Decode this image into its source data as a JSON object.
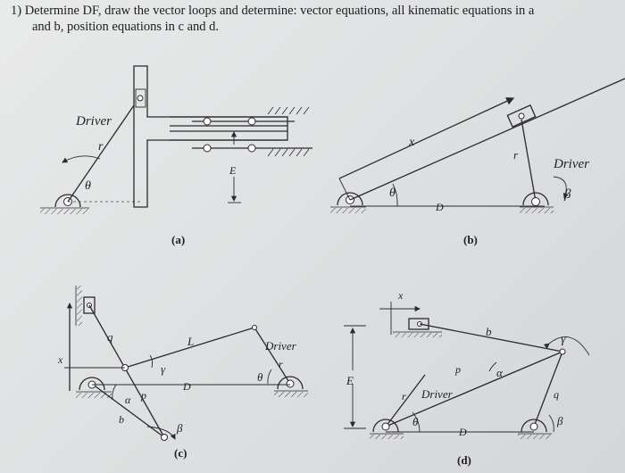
{
  "question": {
    "line1": "1) Determine DF, draw the vector loops and determine: vector equations, all kinematic equations in a",
    "line2": "and b, position equations in c and d."
  },
  "figures": {
    "a": {
      "caption": "(a)",
      "labels": {
        "driver": "Driver",
        "r": "r",
        "theta": "θ",
        "E": "E"
      }
    },
    "b": {
      "caption": "(b)",
      "labels": {
        "x": "x",
        "r": "r",
        "driver": "Driver",
        "theta": "θ",
        "D": "D",
        "beta": "β"
      }
    },
    "c": {
      "caption": "(c)",
      "labels": {
        "q": "q",
        "L": "L",
        "driver": "Driver",
        "r": "r",
        "x": "x",
        "gamma": "γ",
        "D": "D",
        "theta": "θ",
        "alpha": "α",
        "p": "p",
        "b": "b",
        "beta": "β"
      }
    },
    "d": {
      "caption": "(d)",
      "labels": {
        "x": "x",
        "b": "b",
        "gamma": "γ",
        "E": "E",
        "p": "p",
        "alpha": "α",
        "q": "q",
        "r": "r",
        "driver": "Driver",
        "theta": "θ",
        "D": "D",
        "beta": "β"
      }
    }
  }
}
